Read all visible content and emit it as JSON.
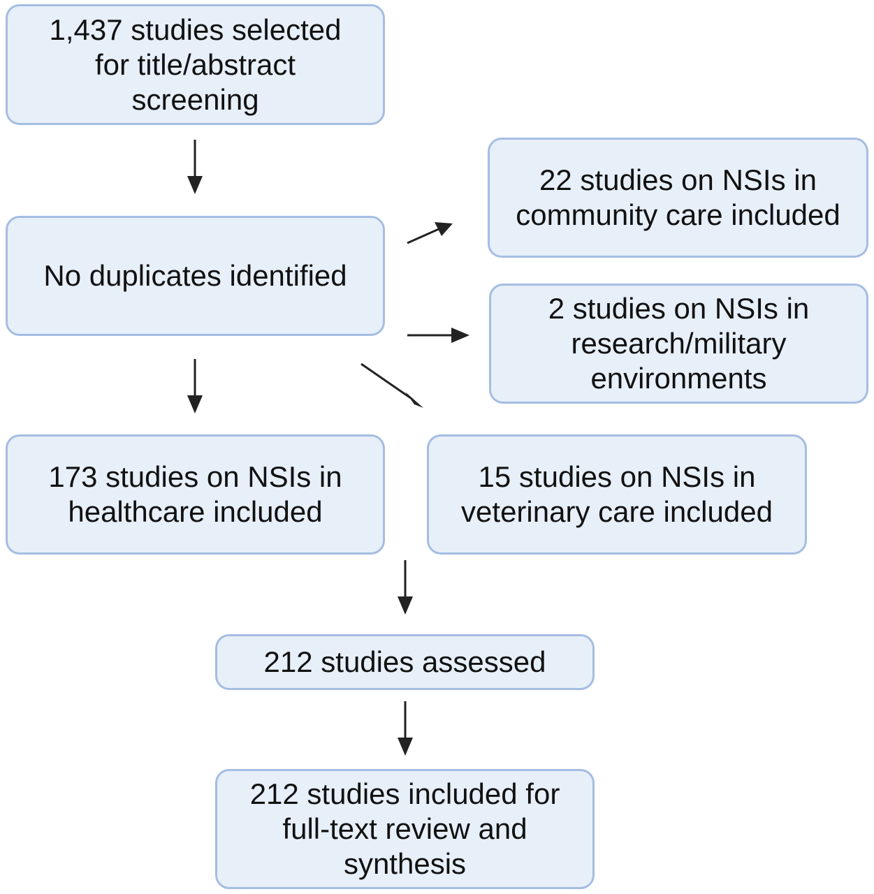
{
  "flowchart": {
    "screening": "1,437 studies selected\nfor title/abstract\nscreening",
    "duplicates": "No duplicates identified",
    "community": "22 studies on NSIs in\ncommunity care included",
    "research_military": "2 studies on NSIs in\nresearch/military\nenvironments",
    "healthcare": "173 studies on NSIs in\nhealthcare included",
    "veterinary": "15 studies on NSIs in\nveterinary care included",
    "assessed": "212 studies assessed",
    "included": "212 studies included for\nfull-text review and\nsynthesis"
  },
  "colors": {
    "box_fill": "#e7eff9",
    "box_border": "#a5bde2",
    "arrow": "#222222",
    "text": "#111111"
  }
}
